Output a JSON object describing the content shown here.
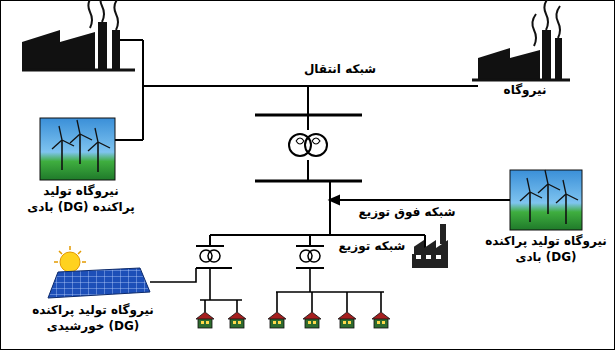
{
  "diagram": {
    "labels": [
      "شبکه انتقال",
      "نیروگاه",
      "نیروگاه تولید پراکنده (DG) بادی",
      "شبکه فوق توزیع",
      "نیروگاه تولید پراکنده (DG) بادی",
      "شبکه توزیع",
      "نیروگاه تولید پراکنده (DG) خورشیدی"
    ]
  }
}
